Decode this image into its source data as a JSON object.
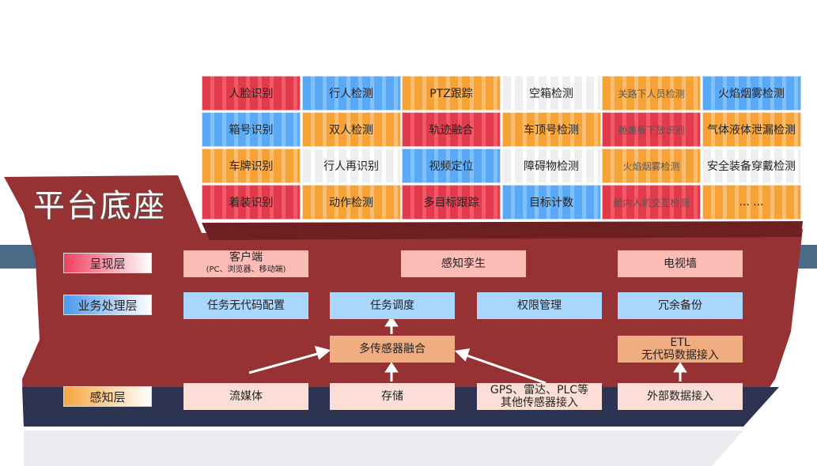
{
  "title": "平台底座",
  "containers": [
    [
      {
        "t": "人脸识别",
        "c": "red"
      },
      {
        "t": "行人检测",
        "c": "blue"
      },
      {
        "t": "PTZ跟踪",
        "c": "orange"
      },
      {
        "t": "空箱检测",
        "c": "white"
      },
      {
        "t": "关路下人员检测",
        "c": "orange",
        "s": 1
      },
      {
        "t": "火焰烟雾检测",
        "c": "blue"
      }
    ],
    [
      {
        "t": "箱号识别",
        "c": "blue"
      },
      {
        "t": "双人检测",
        "c": "orange"
      },
      {
        "t": "轨迹融合",
        "c": "red"
      },
      {
        "t": "车顶号检测",
        "c": "orange"
      },
      {
        "t": "舱盖板下放识别",
        "c": "red",
        "s": 1
      },
      {
        "t": "气体液体泄漏检测",
        "c": "orange"
      }
    ],
    [
      {
        "t": "车牌识别",
        "c": "orange"
      },
      {
        "t": "行人再识别",
        "c": "white"
      },
      {
        "t": "视频定位",
        "c": "blue"
      },
      {
        "t": "障碍物检测",
        "c": "white"
      },
      {
        "t": "火焰烟雾检测",
        "c": "orange",
        "s": 1
      },
      {
        "t": "安全装备穿戴检测",
        "c": "white"
      }
    ],
    [
      {
        "t": "着装识别",
        "c": "red"
      },
      {
        "t": "动作检测",
        "c": "orange"
      },
      {
        "t": "多目标跟踪",
        "c": "red"
      },
      {
        "t": "目标计数",
        "c": "blue"
      },
      {
        "t": "舱内人机交互检测",
        "c": "red",
        "s": 1
      },
      {
        "t": "... ...",
        "c": "orange"
      }
    ]
  ],
  "layers": {
    "presentation": "呈现层",
    "business": "业务处理层",
    "perception": "感知层"
  },
  "presentation": {
    "client": "客户端",
    "client_sub": "(PC、浏览器、移动端)",
    "twin": "感知孪生",
    "tvwall": "电视墙"
  },
  "business": {
    "nocode": "任务无代码配置",
    "schedule": "任务调度",
    "permission": "权限管理",
    "backup": "冗余备份"
  },
  "middle": {
    "fusion": "多传感器融合",
    "etl": "ETL",
    "etl_sub": "无代码数据接入"
  },
  "perception": {
    "stream": "流媒体",
    "storage": "存储",
    "gps": "GPS、雷达、PLC等",
    "gps_sub": "其他传感器接入",
    "external": "外部数据接入"
  }
}
